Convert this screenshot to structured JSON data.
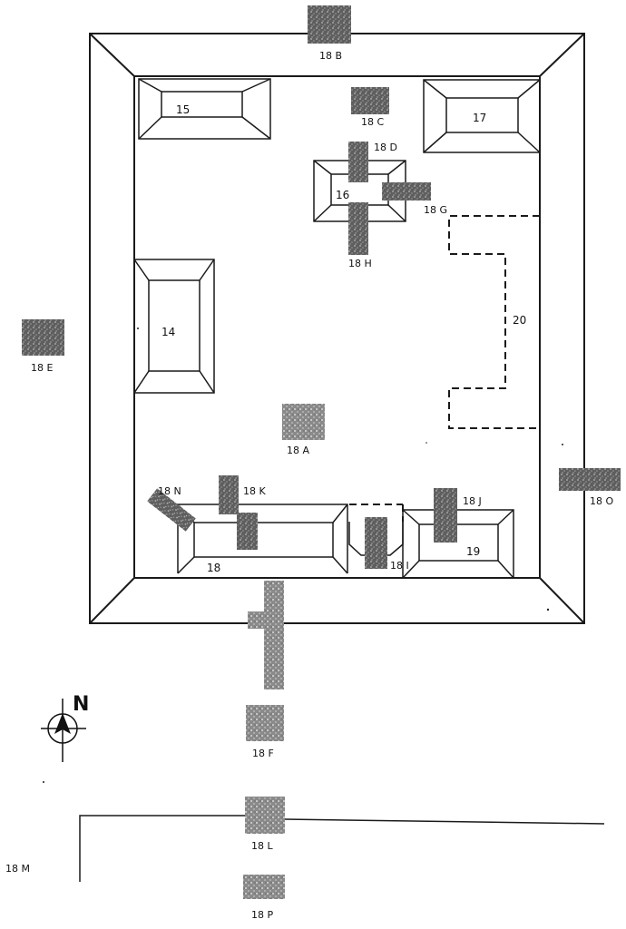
{
  "buildings": {
    "b14": "14",
    "b15": "15",
    "b16": "16",
    "b17": "17",
    "b18": "18",
    "b19": "19",
    "b20": "20"
  },
  "excavations": {
    "a": "18 A",
    "b": "18 B",
    "c": "18 C",
    "d": "18 D",
    "e": "18 E",
    "f": "18 F",
    "g": "18 G",
    "h": "18 H",
    "i": "18 I",
    "j": "18 J",
    "k": "18 K",
    "l": "18 L",
    "m": "18 M",
    "n": "18 N",
    "o": "18 O",
    "p": "18 P"
  },
  "compass": {
    "label": "N",
    "icon": "north-arrow-icon"
  }
}
